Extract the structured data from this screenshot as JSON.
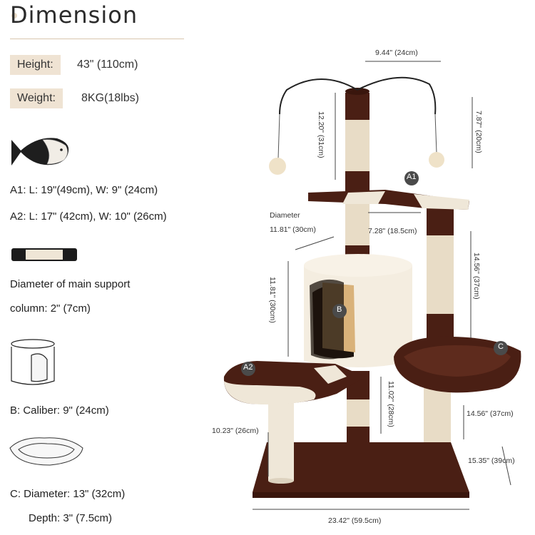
{
  "header": {
    "title": "Dimension"
  },
  "specs": {
    "height_label": "Height:",
    "height_value": "43\" (110cm)",
    "weight_label": "Weight:",
    "weight_value": "8KG(18lbs)"
  },
  "platforms": {
    "a1": "A1:  L: 19\"(49cm), W: 9\" (24cm)",
    "a2": "A2:  L: 17\" (42cm), W: 10\" (26cm)"
  },
  "support": {
    "line1": "Diameter of main support",
    "line2": "column: 2\" (7cm)"
  },
  "condo": {
    "caliber": "B: Caliber: 9\" (24cm)"
  },
  "basket": {
    "diameter": "C: Diameter: 13\" (32cm)",
    "depth": "Depth: 3\" (7.5cm)"
  },
  "diagram": {
    "top_width": "9.44\" (24cm)",
    "top_post_height": "12.20\" (31cm)",
    "toy_drop": "7.87\" (20cm)",
    "diameter_label": "Diameter",
    "diameter_value": "11.81\" (30cm)",
    "a1_gap": "7.28\" (18.5cm)",
    "right_post": "14.56\" (37cm)",
    "condo_height": "11.81\" (30cm)",
    "center_post": "11.02\" (28cm)",
    "basket_height": "14.56\" (37cm)",
    "left_post": "10.23\" (26cm)",
    "base_right": "15.35\" (39cm)",
    "base_width": "23.42\" (59.5cm)",
    "label_a1": "A1",
    "label_a2": "A2",
    "label_b": "B",
    "label_c": "C"
  },
  "colors": {
    "brown": "#4a1f14",
    "cream": "#f4ede0",
    "sisal": "#e8dcc6",
    "accent": "#efe3d3"
  }
}
